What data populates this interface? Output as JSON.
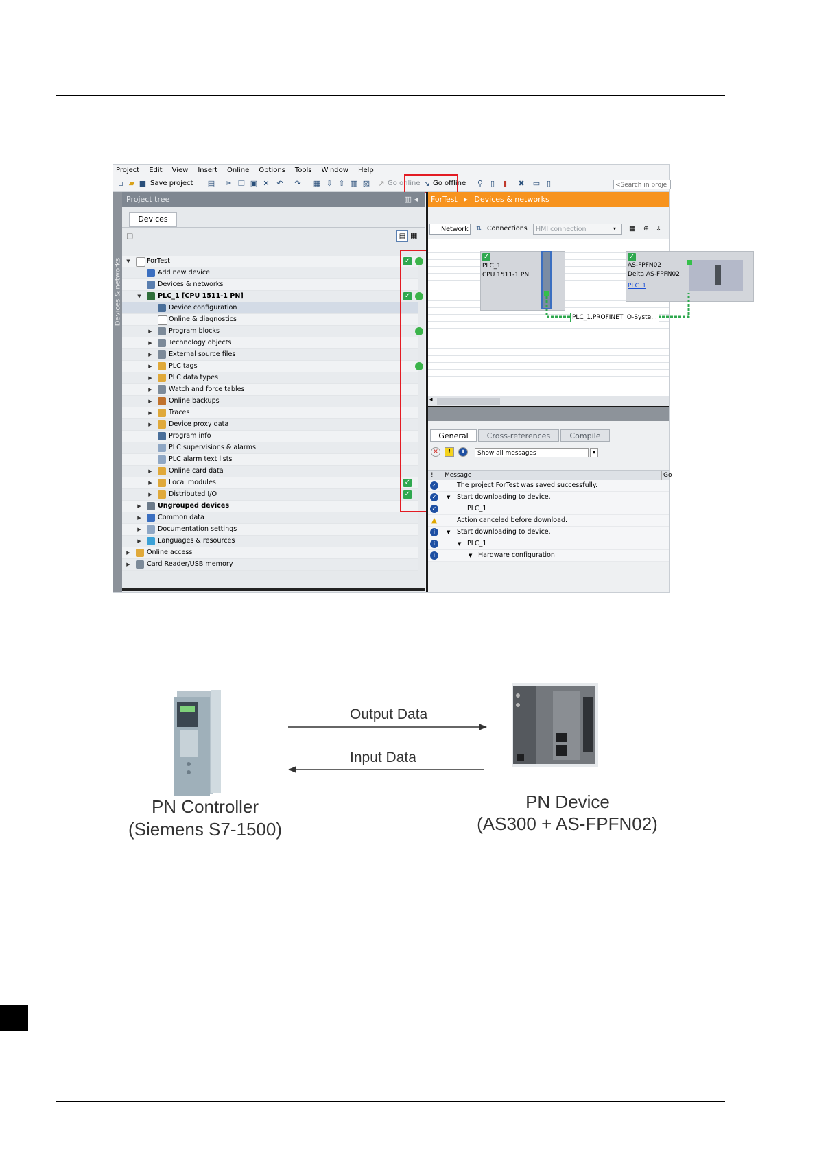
{
  "menu": [
    "Project",
    "Edit",
    "View",
    "Insert",
    "Online",
    "Options",
    "Tools",
    "Window",
    "Help"
  ],
  "toolbar": {
    "save_project": "Save project",
    "go_online": "Go online",
    "go_offline": "Go offline",
    "search_placeholder": "<Search in proje"
  },
  "project_tree": {
    "header": "Project tree",
    "side_label": "Devices & networks",
    "tab": "Devices",
    "items": [
      "ForTest",
      "Add new device",
      "Devices & networks",
      "PLC_1 [CPU 1511-1 PN]",
      "Device configuration",
      "Online & diagnostics",
      "Program blocks",
      "Technology objects",
      "External source files",
      "PLC tags",
      "PLC data types",
      "Watch and force tables",
      "Online backups",
      "Traces",
      "Device proxy data",
      "Program info",
      "PLC supervisions & alarms",
      "PLC alarm text lists",
      "Online card data",
      "Local modules",
      "Distributed I/O",
      "Ungrouped devices",
      "Common data",
      "Documentation settings",
      "Languages & resources",
      "Online access",
      "Card Reader/USB memory"
    ]
  },
  "editor": {
    "breadcrumb_project": "ForTest",
    "breadcrumb_sep": "▸",
    "breadcrumb_page": "Devices & networks",
    "network_btn": "Network",
    "connections_btn": "Connections",
    "connection_type": "HMI connection",
    "plc": {
      "name": "PLC_1",
      "cpu": "CPU 1511-1 PN"
    },
    "device": {
      "name": "AS-FPFN02",
      "type": "Delta AS-FPFN02",
      "link": "PLC_1"
    },
    "profinet_label": "PLC_1.PROFINET IO-Syste..."
  },
  "inspector": {
    "tabs": [
      "General",
      "Cross-references",
      "Compile"
    ],
    "filter": "Show all messages",
    "col_excl": "!",
    "col_message": "Message",
    "col_go": "Go",
    "messages": [
      "The project ForTest was saved successfully.",
      "Start downloading to device.",
      "PLC_1",
      "Action canceled before download.",
      "Start downloading to device.",
      "PLC_1",
      "Hardware configuration"
    ]
  },
  "diagram": {
    "output_data": "Output Data",
    "input_data": "Input Data",
    "controller_line1": "PN Controller",
    "controller_line2": "(Siemens S7-1500)",
    "device_line1": "PN Device",
    "device_line2": "(AS300 + AS-FPFN02)"
  },
  "colors": {
    "accent_orange": "#f7931e",
    "highlight_red": "#e31b23",
    "status_green": "#2fa84f",
    "info_blue": "#1d4fa3"
  }
}
